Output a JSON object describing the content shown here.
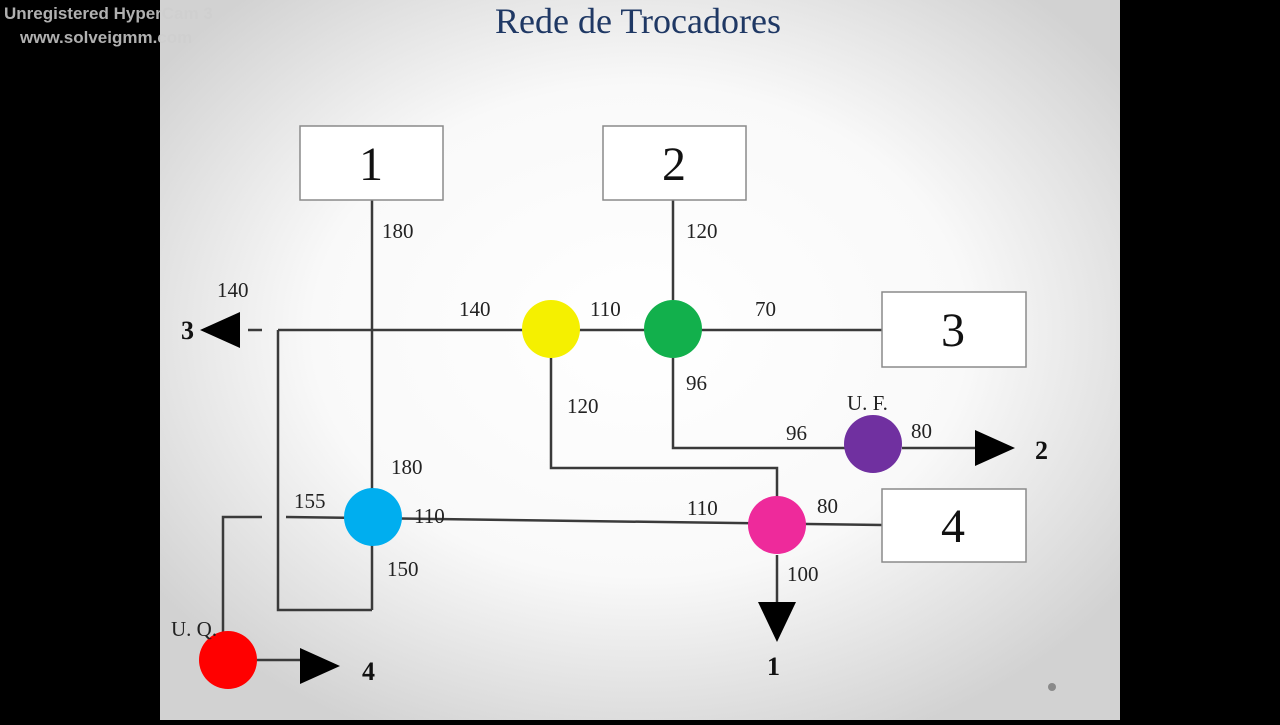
{
  "watermark": {
    "line1": "Unregistered HyperCam 3",
    "line2": "www.solveigmm.com"
  },
  "slide": {
    "title": "Rede de Trocadores"
  },
  "boxes": {
    "b1": "1",
    "b2": "2",
    "b3": "3",
    "b4": "4"
  },
  "labels": {
    "s1_in": "180",
    "s2_in": "120",
    "s3_outval": "140",
    "yellow_left": "140",
    "yellow_right": "110",
    "green_right": "70",
    "green_below": "96",
    "yellow_below": "120",
    "uf_label": "U. F.",
    "uf_in": "96",
    "uf_out": "80",
    "blue_top": "180",
    "blue_left": "155",
    "blue_right": "110",
    "blue_below": "150",
    "pink_left": "110",
    "pink_right": "80",
    "pink_below": "100",
    "uq_label": "U. Q."
  },
  "outlets": {
    "o3": "3",
    "o2": "2",
    "o1": "1",
    "o4": "4"
  },
  "colors": {
    "yellow": "#f5f000",
    "green": "#12b04c",
    "purple": "#7030a0",
    "blue": "#00aeef",
    "pink": "#ee2a9b",
    "red": "#ff0000",
    "title": "#1f3864",
    "line": "#3a3a3a"
  }
}
